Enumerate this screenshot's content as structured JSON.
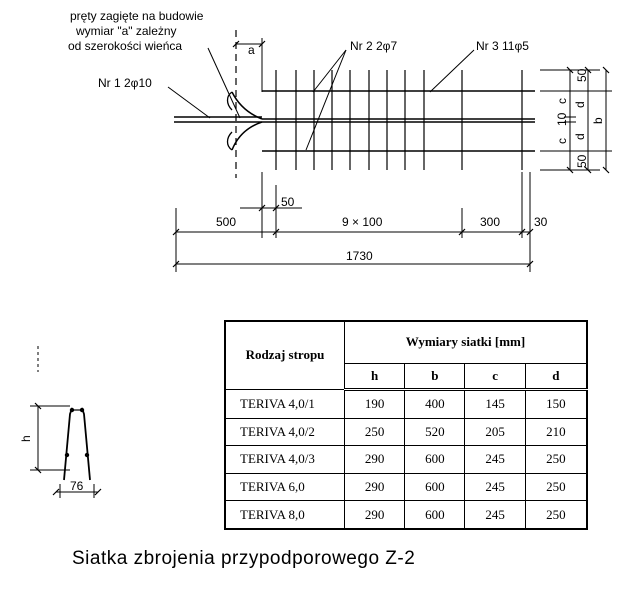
{
  "drawing": {
    "note_lines": [
      "pręty zagięte na budowie",
      "wymiar \"a\" zależny",
      "od szerokości wieńca"
    ],
    "label_a": "a",
    "bar_labels": {
      "nr1": "Nr 1   2φ10",
      "nr2": "Nr 2   2φ7",
      "nr3": "Nr 3   11φ5"
    },
    "dims_bottom": {
      "d50": "50",
      "d500": "500",
      "d9x100": "9 × 100",
      "d300": "300",
      "d30": "30",
      "total": "1730"
    },
    "dims_right": {
      "top50": "50",
      "c1": "c",
      "d1": "d",
      "ten": "10",
      "c2": "c",
      "d2": "d",
      "bot50": "50",
      "b": "b"
    },
    "small_view": {
      "h": "h",
      "width": "76"
    }
  },
  "table": {
    "col_type": "Rodzaj stropu",
    "group_header": "Wymiary siatki [mm]",
    "cols": [
      "h",
      "b",
      "c",
      "d"
    ],
    "rows": [
      {
        "type": "TERIVA 4,0/1",
        "h": "190",
        "b": "400",
        "c": "145",
        "d": "150"
      },
      {
        "type": "TERIVA 4,0/2",
        "h": "250",
        "b": "520",
        "c": "205",
        "d": "210"
      },
      {
        "type": "TERIVA 4,0/3",
        "h": "290",
        "b": "600",
        "c": "245",
        "d": "250"
      },
      {
        "type": "TERIVA 6,0",
        "h": "290",
        "b": "600",
        "c": "245",
        "d": "250"
      },
      {
        "type": "TERIVA 8,0",
        "h": "290",
        "b": "600",
        "c": "245",
        "d": "250"
      }
    ]
  },
  "caption": "Siatka  zbrojenia  przypodporowego  Z-2"
}
